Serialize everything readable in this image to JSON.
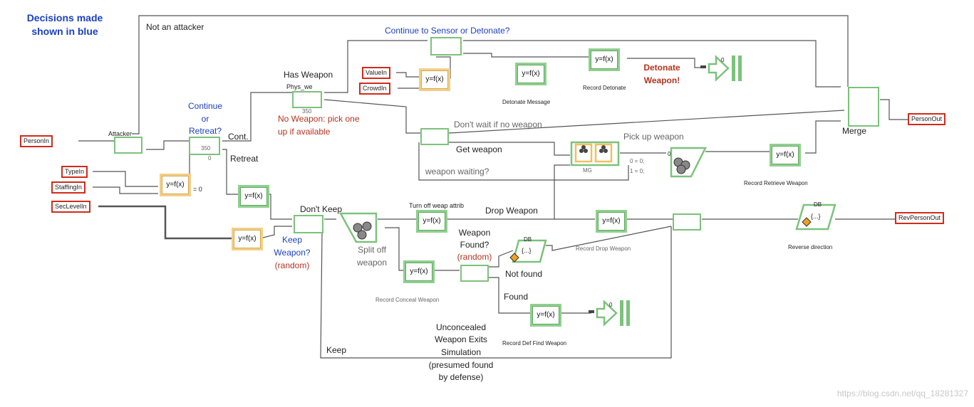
{
  "title": "Decisions made shown in blue",
  "inputs": {
    "person_in": "PersonIn",
    "type_in": "TypeIn",
    "staffing_in": "StaffingIn",
    "sec_level_in": "SecLevelIn",
    "value_in": "ValueIn",
    "crowd_in": "CrowdIn"
  },
  "outputs": {
    "person_out": "PersonOut",
    "rev_person_out": "RevPersonOut"
  },
  "function_label": "y=f(x)",
  "db_label": "DB",
  "db_body": "{...}",
  "labels": {
    "not_an_attacker": "Not an attacker",
    "attacker": "Attacker",
    "continue_or_retreat_1": "Continue",
    "continue_or_retreat_2": "or",
    "continue_or_retreat_3": "Retreat?",
    "cont": "Cont.",
    "retreat": "Retreat",
    "has_weapon": "Has Weapon",
    "phys_we": "Phys_we",
    "val_350_a": "350",
    "val_350_b": "350",
    "val_0_a": "0",
    "eq_0": "= 0",
    "no_weapon_1": "No Weapon: pick one",
    "no_weapon_2": "up if available",
    "continue_to_sensor": "Continue to Sensor or Detonate?",
    "detonate_message": "Detonate Message",
    "record_detonate": "Record Detonate",
    "detonate_weapon_1": "Detonate",
    "detonate_weapon_2": "Weapon!",
    "dont_wait": "Don't wait if no weapon",
    "get_weapon": "Get weapon",
    "weapon_waiting": "weapon waiting?",
    "pick_up_weapon": "Pick up weapon",
    "mg": "MG",
    "set_0": "0 = 0;",
    "set_1": "1 = 0;",
    "record_retrieve_weapon": "Record Retrieve Weapon",
    "merge": "Merge",
    "dont_keep": "Don't Keep",
    "keep_weapon_1": "Keep",
    "keep_weapon_2": "Weapon?",
    "random_1": "(random)",
    "split_off_1": "Split off",
    "split_off_2": "weapon",
    "turn_off_weap": "Turn off weap attrib",
    "drop_weapon": "Drop Weapon",
    "weapon_found_1": "Weapon",
    "weapon_found_2": "Found?",
    "random_2": "(random)",
    "not_found": "Not found",
    "found": "Found",
    "record_conceal_weapon": "Record Conceal Weapon",
    "record_drop_weapon": "Record Drop Weapon",
    "record_def_find_weapon": "Record Def Find Weapon",
    "reverse_direction": "Reverse direction",
    "keep": "Keep",
    "unconcealed_1": "Unconcealed",
    "unconcealed_2": "Weapon Exits",
    "unconcealed_3": "Simulation",
    "unconcealed_4": "(presumed found",
    "unconcealed_5": "by defense)",
    "exit_0_a": "0",
    "exit_0_b": "0",
    "pick_0": "0"
  },
  "watermark": "https://blog.csdn.net/qq_18281327",
  "colors": {
    "decision_blue": "#1a3fc8",
    "note_red": "#b8321e",
    "io_border": "#d42a1a",
    "block_green": "#8fd08f",
    "function_yellow": "#f3cf85"
  }
}
